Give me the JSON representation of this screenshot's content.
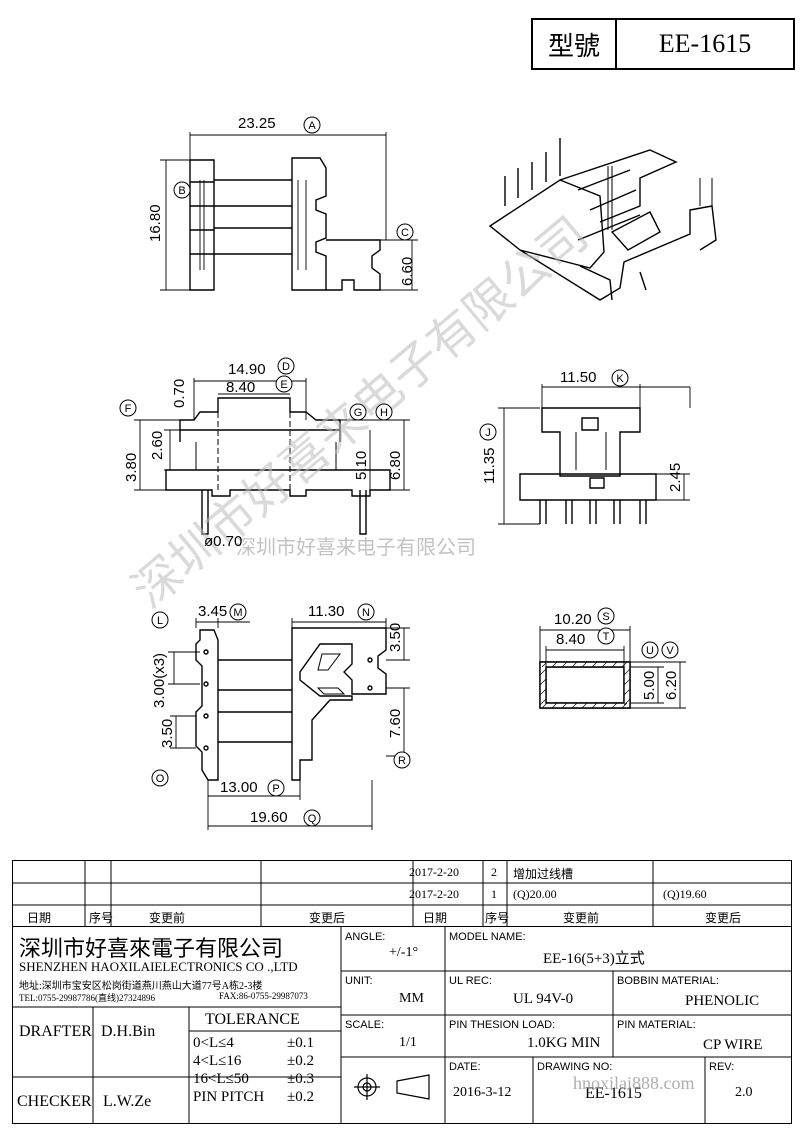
{
  "model_box": {
    "label": "型號",
    "value": "EE-1615"
  },
  "dimensions": {
    "A": "23.25",
    "B": "16.80",
    "C": "6.60",
    "D": "14.90",
    "E": "8.40",
    "F": "3.80",
    "G": "5.10",
    "H": "6.80",
    "top_gap": "0.70",
    "inner_h": "2.60",
    "pin_dia": "ø0.70",
    "J": "11.35",
    "K": "11.50",
    "pin_len": "2.45",
    "L": "3.00(x3)",
    "M": "3.45",
    "N": "11.30",
    "O": "3.50",
    "P": "13.00",
    "Q": "19.60",
    "R": "7.60",
    "top_right": "3.50",
    "S": "10.20",
    "T": "8.40",
    "U": "5.00",
    "V": "6.20"
  },
  "dimension_letters": [
    "A",
    "B",
    "C",
    "D",
    "E",
    "F",
    "G",
    "H",
    "J",
    "K",
    "L",
    "M",
    "N",
    "O",
    "P",
    "Q",
    "R",
    "S",
    "T",
    "U",
    "V"
  ],
  "watermark": {
    "diag_text": "深圳市好喜来电子有限公司",
    "line_text": "深圳市好喜来电子有限公司",
    "url": "hnoxilai888.com"
  },
  "revisions": {
    "rows": [
      {
        "date": "2017-2-20",
        "no": "2",
        "before": "增加过线槽",
        "after": ""
      },
      {
        "date": "2017-2-20",
        "no": "1",
        "before": "(Q)20.00",
        "after": "(Q)19.60"
      }
    ],
    "headers": [
      "日期",
      "序号",
      "变更前",
      "变更后",
      "日期",
      "序号",
      "变更前",
      "变更后"
    ]
  },
  "company": {
    "name_cn": "深圳市好喜來電子有限公司",
    "name_en": "SHENZHEN HAOXILAIELECTRONICS CO .,LTD",
    "address": "地址:深圳市宝安区松岗街道燕川燕山大道77号A栋2-3楼",
    "tel": "TEL:0755-29987786(直线)27324896",
    "fax": "FAX:86-0755-29987073"
  },
  "title_block": {
    "angle_label": "ANGLE:",
    "angle_value": "+/-1°",
    "model_label": "MODEL NAME:",
    "model_value": "EE-16(5+3)立式",
    "unit_label": "UNIT:",
    "unit_value": "MM",
    "ul_label": "UL REC:",
    "ul_value": "UL 94V-0",
    "bobbin_label": "BOBBIN MATERIAL:",
    "bobbin_value": "PHENOLIC",
    "scale_label": "SCALE:",
    "scale_value": "1/1",
    "pin_load_label": "PIN THESION LOAD:",
    "pin_load_value": "1.0KG MIN",
    "pin_mat_label": "PIN MATERIAL:",
    "pin_mat_value": "CP  WIRE",
    "date_label": "DATE:",
    "date_value": "2016-3-12",
    "drawing_label": "DRAWING NO:",
    "drawing_value": "EE-1615",
    "rev_label": "REV:",
    "rev_value": "2.0",
    "drafter_label": "DRAFTER",
    "drafter_value": "D.H.Bin",
    "checker_label": "CHECKER",
    "checker_value": "L.W.Ze",
    "tolerance_title": "TOLERANCE",
    "tolerance_rows": [
      {
        "range": "0<L≤4",
        "tol": "±0.1"
      },
      {
        "range": "4<L≤16",
        "tol": "±0.2"
      },
      {
        "range": "16<L≤50",
        "tol": "±0.3"
      },
      {
        "range": "PIN PITCH",
        "tol": "±0.2"
      }
    ]
  }
}
